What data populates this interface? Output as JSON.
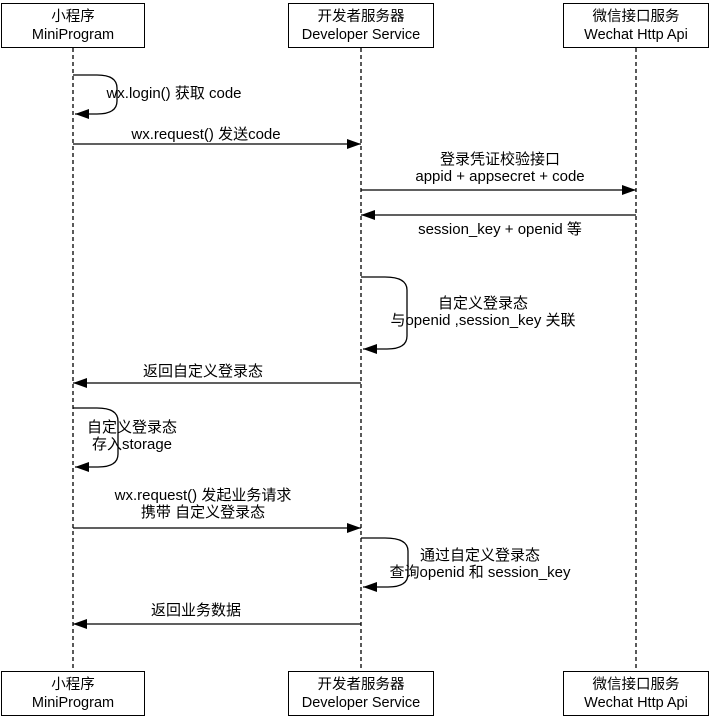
{
  "diagram": {
    "kind": "sequence-diagram",
    "actors": [
      {
        "name_zh": "小程序",
        "name_en": "MiniProgram"
      },
      {
        "name_zh": "开发者服务器",
        "name_en": "Developer Service"
      },
      {
        "name_zh": "微信接口服务",
        "name_en": "Wechat Http Api"
      }
    ],
    "messages": [
      {
        "from": "MiniProgram",
        "to": "MiniProgram",
        "kind": "self",
        "lines": [
          "wx.login() 获取 code"
        ]
      },
      {
        "from": "MiniProgram",
        "to": "Developer Service",
        "kind": "arrow",
        "lines": [
          "wx.request() 发送code"
        ]
      },
      {
        "from": "Developer Service",
        "to": "Wechat Http Api",
        "kind": "arrow",
        "lines": [
          "登录凭证校验接口",
          "appid + appsecret + code"
        ]
      },
      {
        "from": "Wechat Http Api",
        "to": "Developer Service",
        "kind": "arrow",
        "lines": [
          "session_key + openid 等"
        ]
      },
      {
        "from": "Developer Service",
        "to": "Developer Service",
        "kind": "self",
        "lines": [
          "自定义登录态",
          "与openid ,session_key 关联"
        ]
      },
      {
        "from": "Developer Service",
        "to": "MiniProgram",
        "kind": "arrow",
        "lines": [
          "返回自定义登录态"
        ]
      },
      {
        "from": "MiniProgram",
        "to": "MiniProgram",
        "kind": "self",
        "lines": [
          "自定义登录态",
          "存入storage"
        ]
      },
      {
        "from": "MiniProgram",
        "to": "Developer Service",
        "kind": "arrow",
        "lines": [
          "wx.request() 发起业务请求",
          "携带 自定义登录态"
        ]
      },
      {
        "from": "Developer Service",
        "to": "Developer Service",
        "kind": "self",
        "lines": [
          "通过自定义登录态",
          "查询openid 和 session_key"
        ]
      },
      {
        "from": "Developer Service",
        "to": "MiniProgram",
        "kind": "arrow",
        "lines": [
          "返回业务数据"
        ]
      }
    ],
    "colors": {
      "line": "#000000",
      "text": "#000000",
      "box_fill": "#ffffff",
      "box_border": "#000000",
      "background": "#ffffff"
    }
  }
}
